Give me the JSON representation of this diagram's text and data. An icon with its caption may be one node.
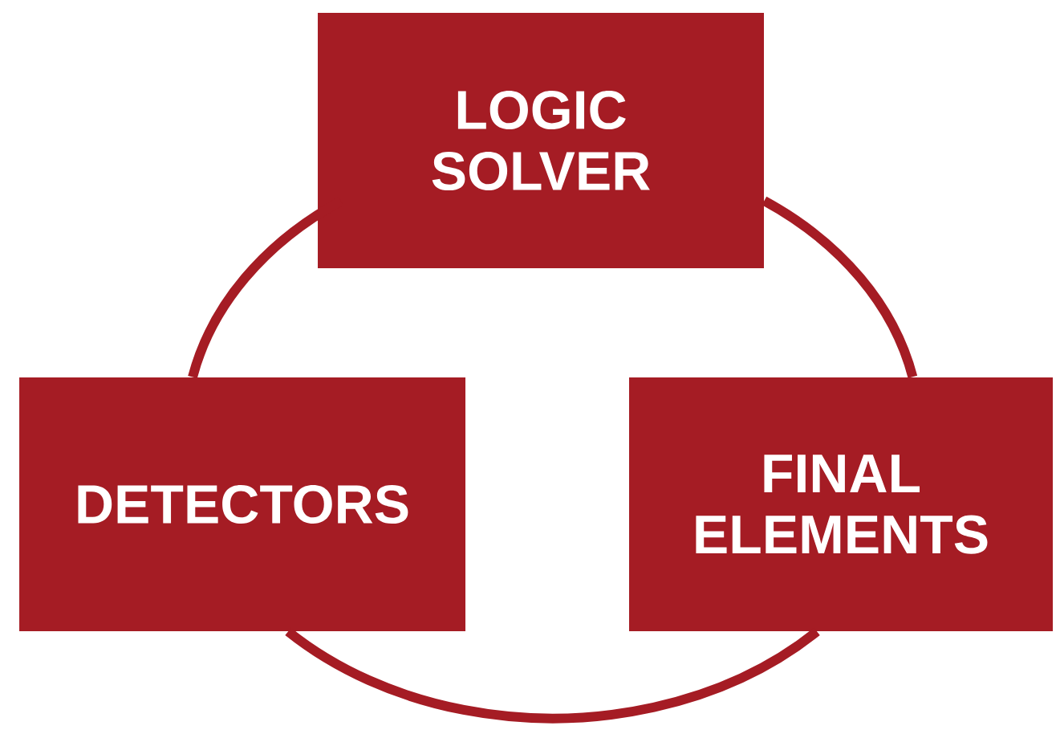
{
  "diagram": {
    "nodes": [
      {
        "text": [
          "LOGIC SOLVER"
        ]
      },
      {
        "text": [
          "DETECTORS"
        ]
      },
      {
        "text": [
          "FINAL ELEMENTS"
        ]
      }
    ],
    "edges": [
      {
        "from": 0,
        "to": 2,
        "arrow": "none"
      },
      {
        "from": 2,
        "to": 1,
        "arrow": "none"
      },
      {
        "from": 1,
        "to": 0,
        "arrow": "none"
      }
    ]
  }
}
